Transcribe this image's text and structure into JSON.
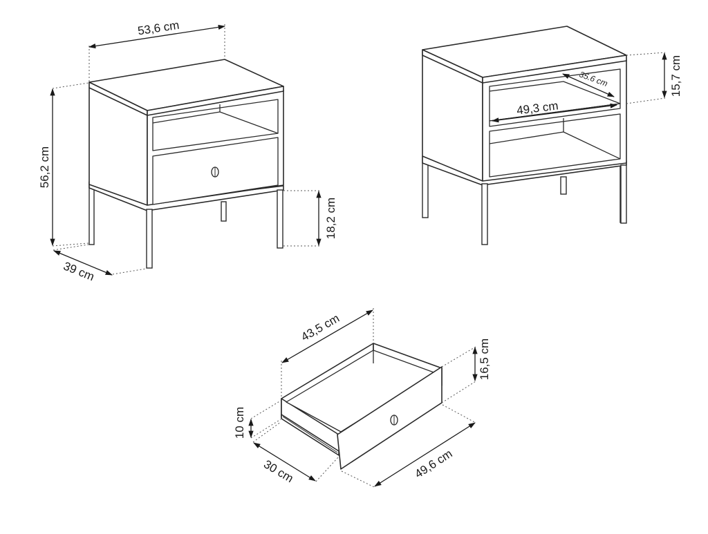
{
  "colors": {
    "line": "#2a2a2a",
    "background": "#ffffff"
  },
  "table_front": {
    "width_label": "53,6 cm",
    "height_label": "56,2 cm",
    "depth_label": "39 cm",
    "leg_height_label": "18,2 cm"
  },
  "table_back": {
    "shelf_height_label": "15,7 cm",
    "shelf_width_label": "49,3 cm",
    "shelf_depth_label": "35.6 cm"
  },
  "drawer": {
    "inner_width_label": "43,5 cm",
    "front_height_label": "16,5 cm",
    "side_height_label": "10 cm",
    "depth_label": "30 cm",
    "front_width_label": "49,6 cm"
  }
}
